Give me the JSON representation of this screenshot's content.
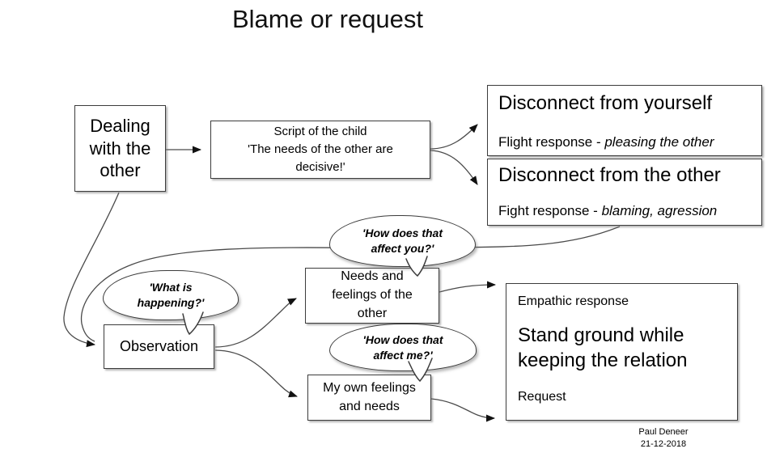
{
  "title": "Blame or request",
  "colors": {
    "stroke": "#3c3c3c",
    "line": "#4a4a4a",
    "text": "#000000",
    "background": "#ffffff"
  },
  "nodes": {
    "dealing": {
      "lines": [
        "Dealing",
        "with the",
        "other"
      ]
    },
    "script": {
      "lines": [
        "Script of the child",
        "'The needs of the other are",
        "decisive!'"
      ]
    },
    "disconnect_yourself": {
      "title": "Disconnect from yourself",
      "sub_prefix": "Flight response - ",
      "sub_italic": "pleasing the other"
    },
    "disconnect_other": {
      "title": "Disconnect from the other",
      "sub_prefix": "Fight response - ",
      "sub_italic": "blaming, agression"
    },
    "observation": {
      "label": "Observation"
    },
    "needs": {
      "lines": [
        "Needs and",
        "feelings of the",
        "other"
      ]
    },
    "my_own": {
      "lines": [
        "My own feelings",
        "and needs"
      ]
    },
    "empathic": {
      "heading": "Empathic response",
      "main": "Stand ground while keeping the relation",
      "footer": "Request"
    }
  },
  "bubbles": {
    "what_happening": {
      "lines": [
        "'What is",
        "happening?'"
      ]
    },
    "affect_you": {
      "lines": [
        "'How does that",
        "affect you?'"
      ]
    },
    "affect_me": {
      "lines": [
        "'How does that",
        "affect me?'"
      ]
    }
  },
  "footer": {
    "author": "Paul Deneer",
    "date": "21-12-2018"
  }
}
